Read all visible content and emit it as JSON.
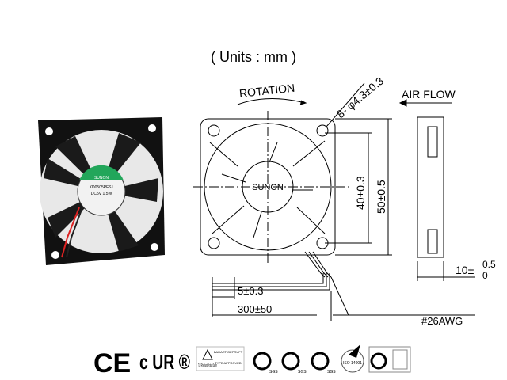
{
  "title": "( Units : mm )",
  "photo": {
    "brand": "SUNON",
    "model": "KD0505PFS1",
    "rating": "DC5V 1.5W"
  },
  "drawing": {
    "rotation_label": "ROTATION",
    "hub_label": "SUNON",
    "hole_spec": "8- φ4.3±0.3",
    "hole_pitch": "40±0.3",
    "frame_size": "50±0.5",
    "airflow_label": "AIR FLOW",
    "thickness_main": "10±",
    "thickness_upper": "0.5",
    "thickness_lower": "0",
    "strip_length": "5±0.3",
    "lead_length": "300±50",
    "wire_gauge": "#26AWG"
  },
  "certifications": {
    "ce": "CE",
    "ur": "c UR ®",
    "tuv_left": "TUV Rheinland Product Safety",
    "tuv_right_1": "BAUART GEPRUFT",
    "tuv_right_2": "TYPE APPROVED",
    "sgs": "SGS",
    "iso": "ISO 14001"
  }
}
